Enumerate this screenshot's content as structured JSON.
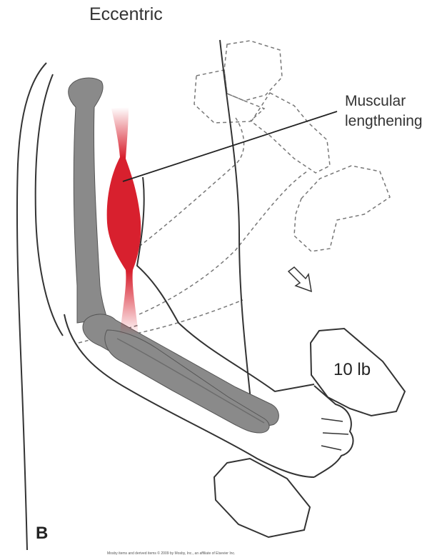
{
  "title": "Eccentric",
  "callout": {
    "line1": "Muscular",
    "line2": "lengthening"
  },
  "weight": "10 lb",
  "panel_letter": "B",
  "copyright": "Mosby items and derived items © 2009 by Mosby, Inc., an affiliate of Elsevier Inc.",
  "colors": {
    "muscle": "#d8202e",
    "bone": "#8a8a8a",
    "outline": "#333333",
    "ghost": "#777777"
  },
  "direction_icon": "arrow-down-right-icon"
}
